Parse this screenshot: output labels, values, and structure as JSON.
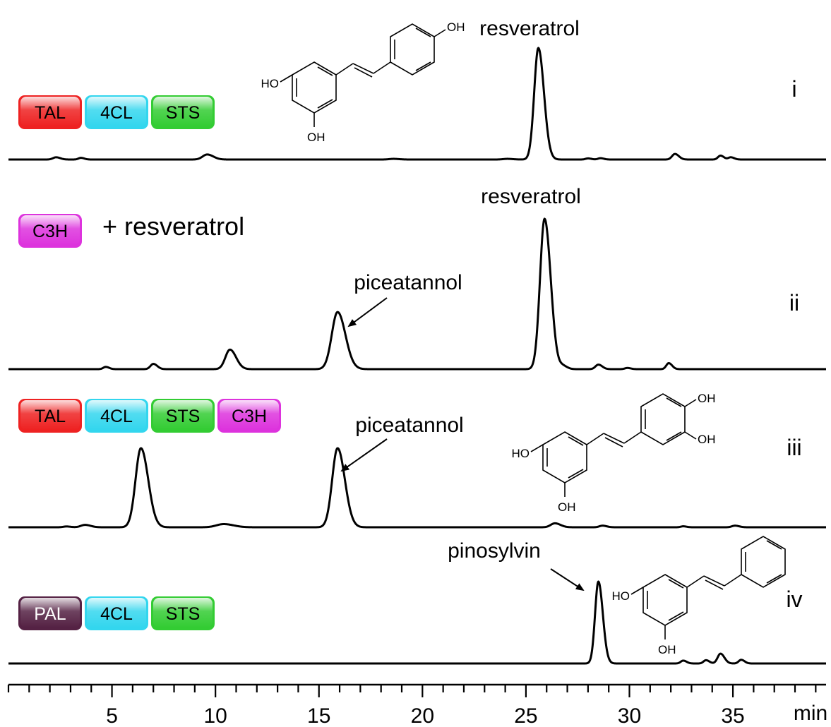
{
  "colors": {
    "TAL": "#ee2222",
    "4CL": "#33d6ee",
    "STS": "#33cc33",
    "C3H": "#dd33dd",
    "PAL": "#552244",
    "trace": "#000000"
  },
  "panels": [
    {
      "roman": "i",
      "enzymes": [
        "TAL",
        "4CL",
        "STS"
      ],
      "extra_text": "",
      "annotations": [
        {
          "text": "resveratrol"
        }
      ],
      "structure": {
        "name": "resveratrol",
        "oh_labels": [
          "HO",
          "OH",
          "OH"
        ]
      }
    },
    {
      "roman": "ii",
      "enzymes": [
        "C3H"
      ],
      "extra_text": "+ resveratrol",
      "annotations": [
        {
          "text": "resveratrol"
        },
        {
          "text": "piceatannol"
        }
      ],
      "structure": null
    },
    {
      "roman": "iii",
      "enzymes": [
        "TAL",
        "4CL",
        "STS",
        "C3H"
      ],
      "extra_text": "",
      "annotations": [
        {
          "text": "piceatannol"
        }
      ],
      "structure": {
        "name": "piceatannol",
        "oh_labels": [
          "HO",
          "OH",
          "OH",
          "OH"
        ]
      }
    },
    {
      "roman": "iv",
      "enzymes": [
        "PAL",
        "4CL",
        "STS"
      ],
      "extra_text": "",
      "annotations": [
        {
          "text": "pinosylvin"
        }
      ],
      "structure": {
        "name": "pinosylvin",
        "oh_labels": [
          "HO",
          "OH"
        ]
      }
    }
  ],
  "chart_data": {
    "type": "line",
    "title": "",
    "xlabel": "min",
    "ylabel": "",
    "xlim": [
      0,
      39.5
    ],
    "x_ticks_major": [
      5,
      10,
      15,
      20,
      25,
      30,
      35
    ],
    "x_tick_labels": [
      "5",
      "10",
      "15",
      "20",
      "25",
      "30",
      "35"
    ],
    "x_minor_step": 1,
    "grid": false,
    "legend": "none",
    "series": [
      {
        "name": "i",
        "peaks": [
          {
            "rt": 2.3,
            "height": 0.02,
            "width": 0.15
          },
          {
            "rt": 3.5,
            "height": 0.015,
            "width": 0.12
          },
          {
            "rt": 9.6,
            "height": 0.045,
            "width": 0.22
          },
          {
            "rt": 18.6,
            "height": 0.006,
            "width": 0.2
          },
          {
            "rt": 24.1,
            "height": 0.006,
            "width": 0.2
          },
          {
            "rt": 25.6,
            "height": 1.0,
            "width": 0.2
          },
          {
            "rt": 28.0,
            "height": 0.01,
            "width": 0.12
          },
          {
            "rt": 28.6,
            "height": 0.012,
            "width": 0.12
          },
          {
            "rt": 32.2,
            "height": 0.05,
            "width": 0.14
          },
          {
            "rt": 34.4,
            "height": 0.035,
            "width": 0.12
          },
          {
            "rt": 34.9,
            "height": 0.02,
            "width": 0.12
          }
        ]
      },
      {
        "name": "ii",
        "peaks": [
          {
            "rt": 4.7,
            "height": 0.015,
            "width": 0.12
          },
          {
            "rt": 7.0,
            "height": 0.035,
            "width": 0.14
          },
          {
            "rt": 10.7,
            "height": 0.13,
            "width": 0.22
          },
          {
            "rt": 15.9,
            "height": 0.38,
            "width": 0.28
          },
          {
            "rt": 25.9,
            "height": 1.0,
            "width": 0.22
          },
          {
            "rt": 26.8,
            "height": 0.02,
            "width": 0.15
          },
          {
            "rt": 28.5,
            "height": 0.03,
            "width": 0.14
          },
          {
            "rt": 29.9,
            "height": 0.008,
            "width": 0.12
          },
          {
            "rt": 31.9,
            "height": 0.04,
            "width": 0.12
          }
        ]
      },
      {
        "name": "iii",
        "peaks": [
          {
            "rt": 2.8,
            "height": 0.01,
            "width": 0.15
          },
          {
            "rt": 3.7,
            "height": 0.03,
            "width": 0.2
          },
          {
            "rt": 6.4,
            "height": 1.0,
            "width": 0.26
          },
          {
            "rt": 10.4,
            "height": 0.04,
            "width": 0.35
          },
          {
            "rt": 15.9,
            "height": 1.0,
            "width": 0.26
          },
          {
            "rt": 26.4,
            "height": 0.05,
            "width": 0.2
          },
          {
            "rt": 28.7,
            "height": 0.02,
            "width": 0.15
          },
          {
            "rt": 32.6,
            "height": 0.012,
            "width": 0.12
          },
          {
            "rt": 35.1,
            "height": 0.02,
            "width": 0.15
          }
        ]
      },
      {
        "name": "iv",
        "peaks": [
          {
            "rt": 28.5,
            "height": 1.0,
            "width": 0.16
          },
          {
            "rt": 32.6,
            "height": 0.035,
            "width": 0.12
          },
          {
            "rt": 33.7,
            "height": 0.04,
            "width": 0.12
          },
          {
            "rt": 34.4,
            "height": 0.12,
            "width": 0.14
          },
          {
            "rt": 35.4,
            "height": 0.045,
            "width": 0.12
          }
        ]
      }
    ]
  }
}
